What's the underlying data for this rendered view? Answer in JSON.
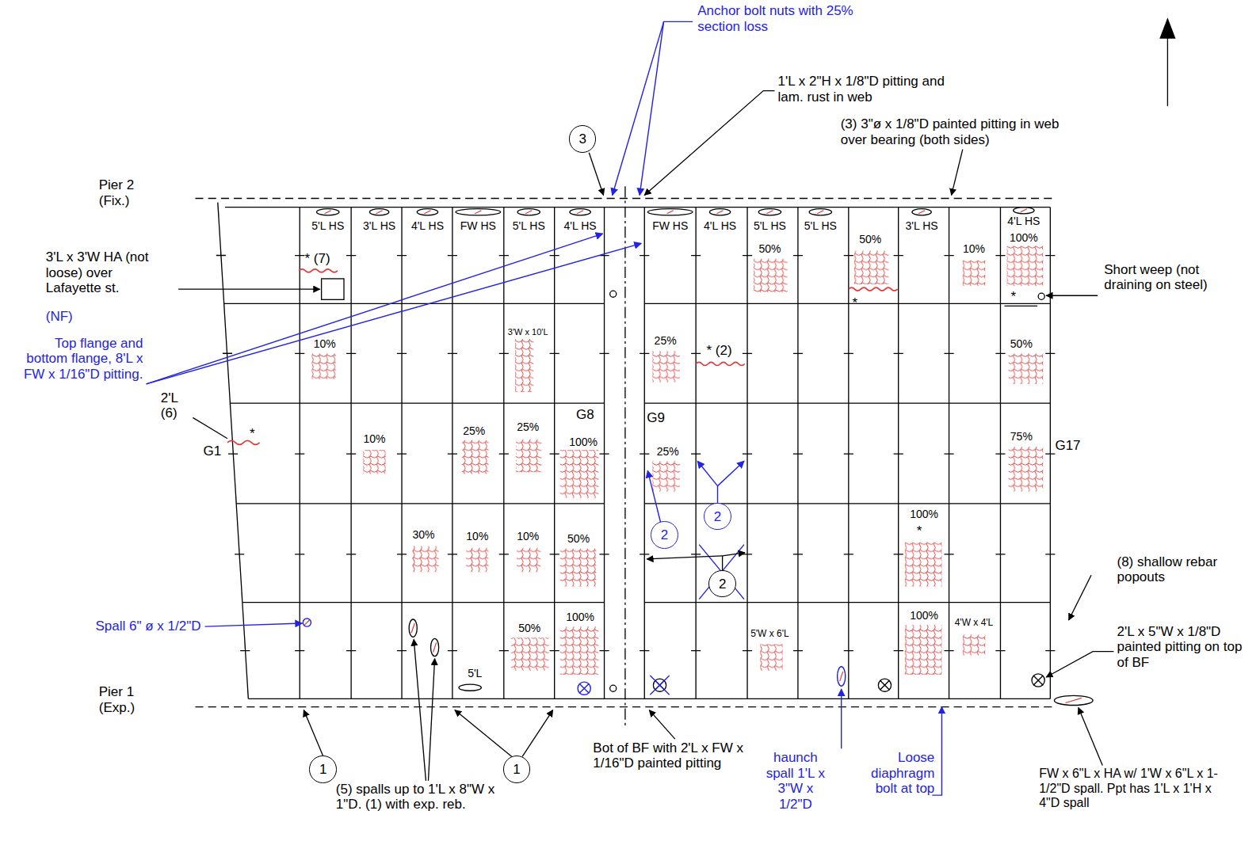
{
  "diagram": {
    "nodes": [
      {
        "text": [
          "3"
        ]
      },
      {
        "text": [
          "2"
        ]
      },
      {
        "text": [
          "2"
        ]
      },
      {
        "text": [
          "2"
        ]
      },
      {
        "text": [
          "1"
        ]
      },
      {
        "text": [
          "1"
        ]
      }
    ],
    "labels": [
      "Anchor bolt nuts with 25% section loss",
      "1'L x 2\"H x 1/8\"D pitting and lam. rust in web",
      "(3) 3\"ø x 1/8\"D painted pitting in web over bearing (both sides)",
      "Pier 2 (Fix.)",
      "5'L HS",
      "3'L HS",
      "4'L HS",
      "FW HS",
      "5'L HS",
      "4'L HS",
      "FW HS",
      "4'L HS",
      "5'L HS",
      "5'L HS",
      "3'L HS",
      "4'L HS",
      "3'L x 3'W HA (not loose) over Lafayette st.",
      "(NF)",
      "Top flange and bottom flange, 8'L x FW x 1/16\"D pitting.",
      "2'L (6)",
      "G1",
      "* (7)",
      "10%",
      "10%",
      "30%",
      "25%",
      "10%",
      "3'W x 10'L",
      "25%",
      "10%",
      "50%",
      "G8",
      "100%",
      "50%",
      "100%",
      "5'L",
      "G9",
      "25%",
      "* (2)",
      "25%",
      "50%",
      "5'W x 6'L",
      "50%",
      "*",
      "10%",
      "100%",
      "*",
      "50%",
      "75%",
      "G17",
      "100%",
      "*",
      "100%",
      "4'W x 4'L",
      "Short weep (not draining on steel)",
      "(8) shallow rebar popouts",
      "2'L x 5\"W x 1/8\"D painted pitting on top of BF",
      "Spall 6\" ø x 1/2\"D",
      "*",
      "Pier 1 (Exp.)",
      "(5) spalls up to 1'L x 8\"W x 1\"D. (1) with exp. reb.",
      "Bot of BF with 2'L x FW x 1/16\"D painted pitting",
      "haunch spall 1'L x 3\"W x 1/2\"D",
      "Loose diaphragm bolt at top",
      "FW x 6\"L x HA w/ 1'W x 6\"L x 1-1/2\"D spall. Ppt has 1'L x 1'H x 4\"D spall"
    ]
  }
}
